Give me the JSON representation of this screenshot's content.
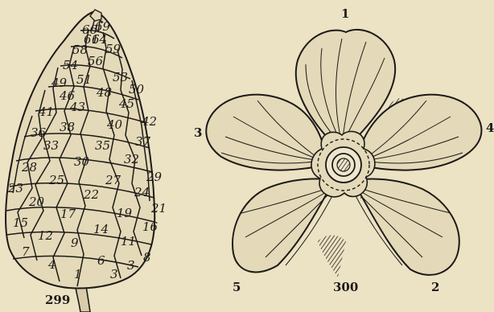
{
  "figures": {
    "cone": {
      "fig_label": "299",
      "scale_numbers": [
        "1",
        "3",
        "3",
        "8",
        "4",
        "6",
        "7",
        "9",
        "11",
        "12",
        "14",
        "16",
        "15",
        "17",
        "19",
        "21",
        "20",
        "22",
        "24",
        "23",
        "25",
        "27",
        "29",
        "28",
        "30",
        "32",
        "33",
        "35",
        "37",
        "36",
        "38",
        "40",
        "42",
        "41",
        "43",
        "45",
        "46",
        "48",
        "49",
        "51",
        "53",
        "50",
        "54",
        "56",
        "58",
        "59",
        "61",
        "64",
        "66",
        "69"
      ]
    },
    "flower": {
      "fig_label": "300",
      "petal_labels": [
        "1",
        "2",
        "3",
        "4",
        "5"
      ]
    }
  }
}
